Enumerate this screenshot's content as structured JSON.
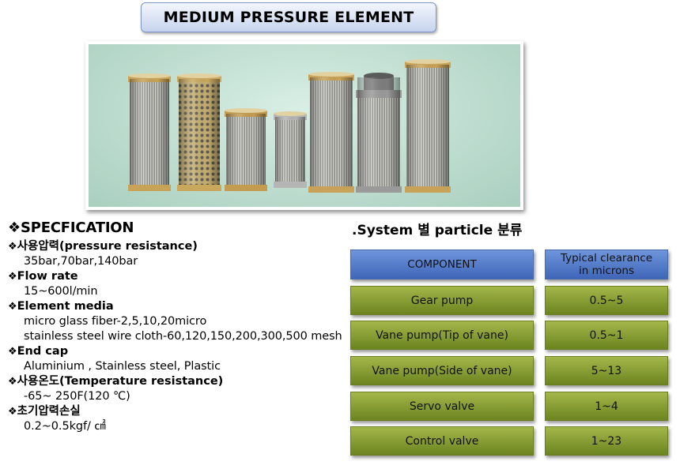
{
  "title": "MEDIUM PRESSURE ELEMENT",
  "photo": {
    "filters": [
      {
        "type": "mesh",
        "cap": "#c7a257"
      },
      {
        "type": "perforated",
        "cap": "#c9a85e"
      },
      {
        "type": "mesh",
        "cap": "#c39c52"
      },
      {
        "type": "mesh",
        "cap": "#b5b5b5"
      },
      {
        "type": "mesh",
        "cap": "#c7a257"
      },
      {
        "type": "hooded",
        "cap": "#9a9a9a"
      },
      {
        "type": "mesh",
        "cap": "#c7a257"
      }
    ]
  },
  "spec": {
    "heading": "SPECFICATION",
    "bullet": "❖",
    "items": [
      {
        "label": "사용압력(pressure resistance)",
        "values": [
          "35bar,70bar,140bar"
        ]
      },
      {
        "label": "Flow rate",
        "values": [
          "15~600l/min"
        ]
      },
      {
        "label": "Element media",
        "values": [
          "micro glass fiber-2,5,10,20micro",
          "stainless steel wire cloth-60,120,150,200,300,500 mesh"
        ]
      },
      {
        "label": "End cap",
        "values": [
          "Aluminium , Stainless steel, Plastic"
        ]
      },
      {
        "label": "사용온도(Temperature resistance)",
        "values": [
          "-65~ 250F(120 ℃)"
        ]
      },
      {
        "label": "초기압력손실",
        "values": [
          "0.2~0.5kgf/ ㎠"
        ]
      }
    ]
  },
  "system": {
    "title": ".System 별 particle 분류",
    "headers": {
      "component": "COMPONENT",
      "clearance": "Typical clearance in microns"
    },
    "rows": [
      {
        "component": "Gear pump",
        "clearance": "0.5~5"
      },
      {
        "component": "Vane  pump(Tip of vane)",
        "clearance": "0.5~1"
      },
      {
        "component": "Vane  pump(Side of vane)",
        "clearance": "5~13"
      },
      {
        "component": "Servo valve",
        "clearance": "1~4"
      },
      {
        "component": "Control  valve",
        "clearance": "1~23"
      }
    ]
  },
  "colors": {
    "header_blue": "#4f77c6",
    "cell_olive": "#8aa035",
    "title_bg": "#d6e0f2"
  }
}
